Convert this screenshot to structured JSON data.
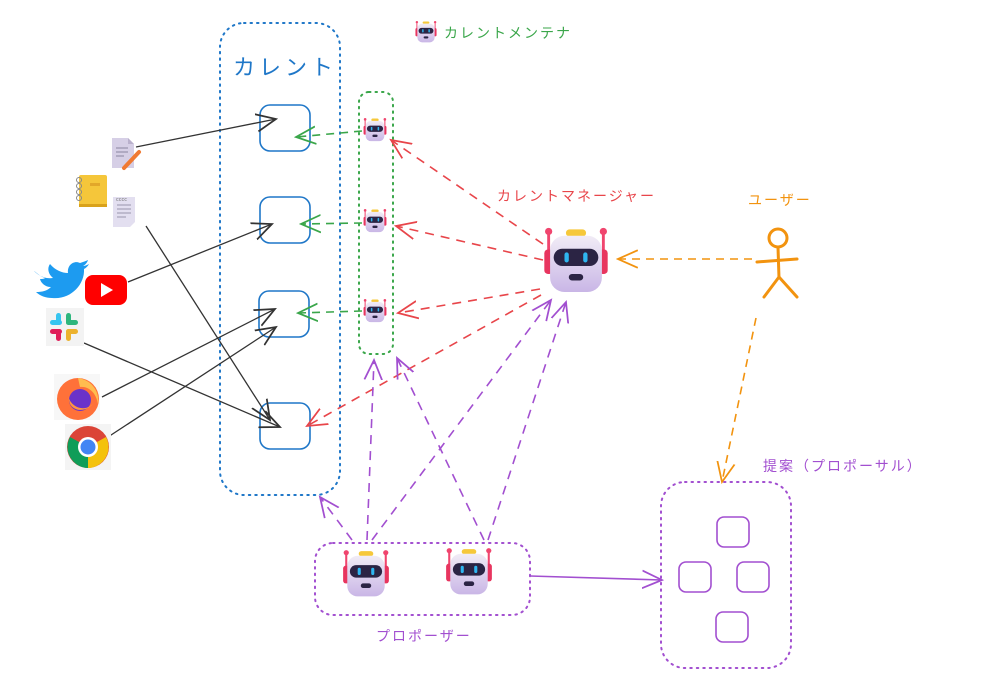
{
  "legend": {
    "label": "カレントメンテナ",
    "icon": "robot-icon"
  },
  "current": {
    "title": "カレント",
    "slots": 4
  },
  "manager": {
    "label": "カレントマネージャー",
    "icon": "robot-icon"
  },
  "user": {
    "label": "ユーザー",
    "icon": "stick-figure-icon"
  },
  "proposers": {
    "label": "プロポーザー",
    "count": 2,
    "icon": "robot-icon"
  },
  "proposal": {
    "label": "提案（プロポーサル）",
    "items": 4
  },
  "sources": [
    {
      "name": "document-edit",
      "icon": "document-pencil-icon"
    },
    {
      "name": "notebook",
      "icon": "notebook-icon"
    },
    {
      "name": "memo",
      "icon": "memo-icon"
    },
    {
      "name": "twitter",
      "icon": "twitter-icon"
    },
    {
      "name": "youtube",
      "icon": "youtube-icon"
    },
    {
      "name": "slack",
      "icon": "slack-icon"
    },
    {
      "name": "firefox",
      "icon": "firefox-icon"
    },
    {
      "name": "chrome",
      "icon": "chrome-icon"
    }
  ],
  "colors": {
    "current": "#1f77c8",
    "maintainer": "#3aa64a",
    "manager": "#e8454a",
    "user": "#f2930f",
    "proposer": "#a24fd0",
    "source_line": "#333333"
  }
}
